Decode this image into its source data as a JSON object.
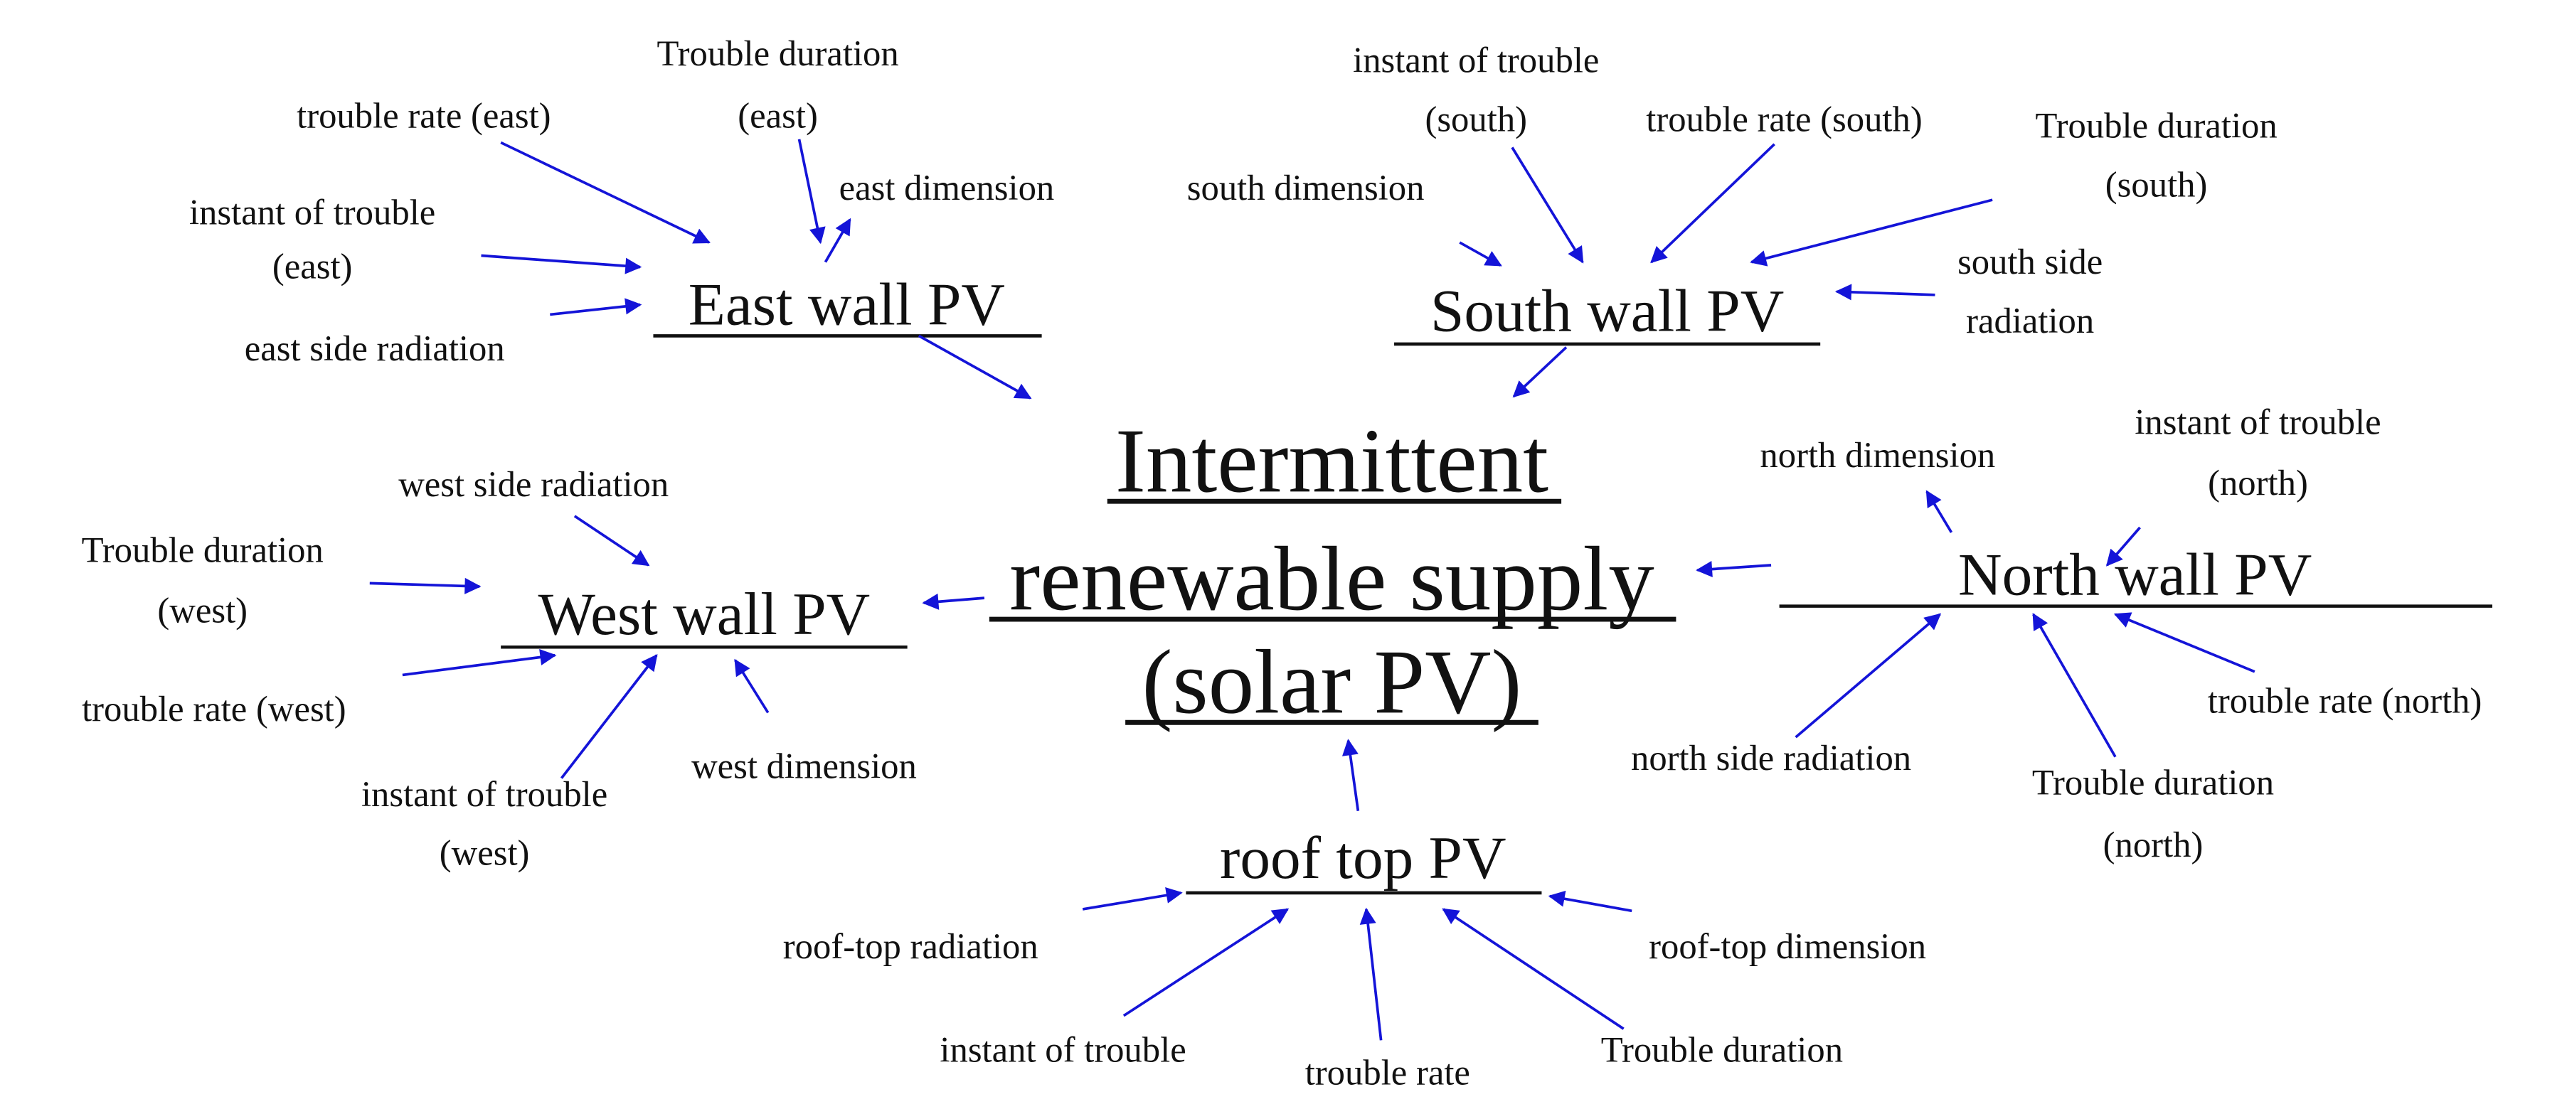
{
  "colors": {
    "arrow": "#1414d8",
    "text": "#111111"
  },
  "center": {
    "line1": "Intermittent",
    "line2": "renewable supply",
    "line3": "(solar PV)"
  },
  "east": {
    "title": "East wall PV",
    "duration_1": "Trouble duration",
    "duration_2": "(east)",
    "rate": "trouble rate (east)",
    "dimension": "east dimension",
    "instant_1": "instant of trouble",
    "instant_2": "(east)",
    "radiation": "east side radiation"
  },
  "south": {
    "title": "South wall PV",
    "instant_1": "instant of trouble",
    "instant_2": "(south)",
    "rate": "trouble rate (south)",
    "duration_1": "Trouble duration",
    "duration_2": "(south)",
    "dimension": "south dimension",
    "radiation_1": "south side",
    "radiation_2": "radiation"
  },
  "north": {
    "title": "North wall PV",
    "dimension": "north dimension",
    "instant_1": "instant of trouble",
    "instant_2": "(north)",
    "rate": "trouble rate (north)",
    "radiation": "north side radiation",
    "duration_1": "Trouble duration",
    "duration_2": "(north)"
  },
  "west": {
    "title": "West wall PV",
    "radiation": "west side radiation",
    "duration_1": "Trouble duration",
    "duration_2": "(west)",
    "rate": "trouble rate (west)",
    "dimension": "west dimension",
    "instant_1": "instant of trouble",
    "instant_2": "(west)"
  },
  "roof": {
    "title": "roof top PV",
    "radiation": "roof-top radiation",
    "dimension": "roof-top dimension",
    "instant": "instant of trouble",
    "rate": "trouble rate",
    "duration": "Trouble duration"
  }
}
